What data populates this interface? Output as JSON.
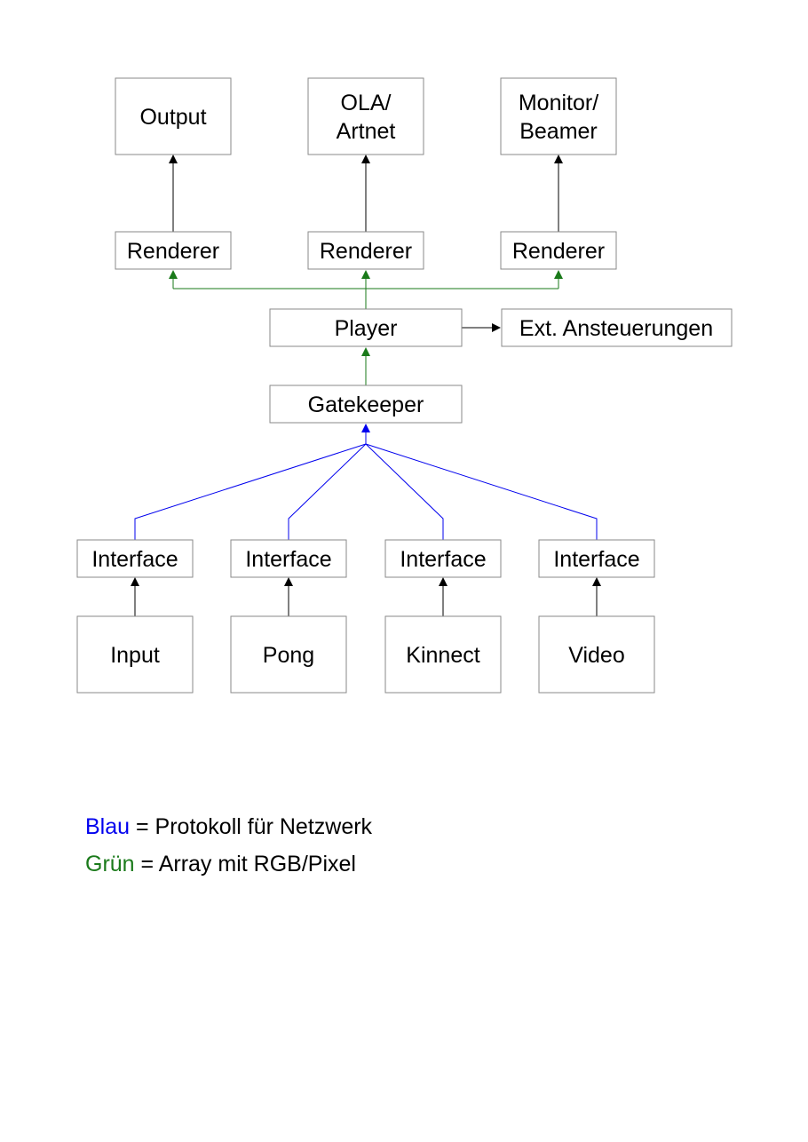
{
  "nodes": {
    "output": [
      "Output"
    ],
    "ola": [
      "OLA/",
      "Artnet"
    ],
    "monitor": [
      "Monitor/",
      "Beamer"
    ],
    "renderer_1": [
      "Renderer"
    ],
    "renderer_2": [
      "Renderer"
    ],
    "renderer_3": [
      "Renderer"
    ],
    "player": [
      "Player"
    ],
    "ext": [
      "Ext. Ansteuerungen"
    ],
    "gatekeeper": [
      "Gatekeeper"
    ],
    "interface_1": [
      "Interface"
    ],
    "interface_2": [
      "Interface"
    ],
    "interface_3": [
      "Interface"
    ],
    "interface_4": [
      "Interface"
    ],
    "input": [
      "Input"
    ],
    "pong": [
      "Pong"
    ],
    "kinnect": [
      "Kinnect"
    ],
    "video": [
      "Video"
    ]
  },
  "legend": {
    "blue_word": "Blau",
    "blue_text": " = Protokoll für Netzwerk",
    "green_word": "Grün",
    "green_text": " = Array mit RGB/Pixel"
  },
  "colors": {
    "blue": "#0000ee",
    "green": "#1a7a1a",
    "black": "#000000",
    "box_border": "#8a8a8a"
  }
}
